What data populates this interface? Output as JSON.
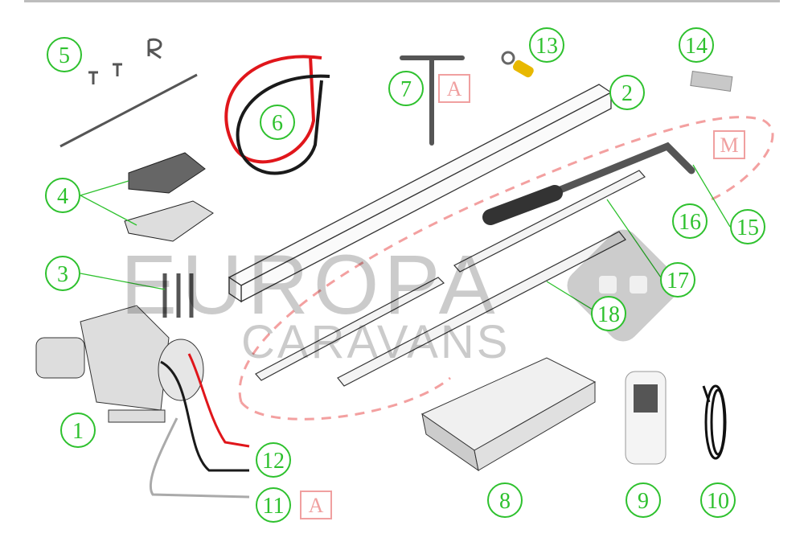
{
  "watermark": {
    "line1": "EUROPA",
    "line2": "CARAVANS"
  },
  "callouts": [
    "1",
    "2",
    "3",
    "4",
    "5",
    "6",
    "7",
    "8",
    "9",
    "10",
    "11",
    "12",
    "13",
    "14",
    "15",
    "16",
    "17",
    "18"
  ],
  "boxed_labels": {
    "a1": "A",
    "a2": "A",
    "m": "M"
  },
  "colors": {
    "callout": "#2ec12e",
    "box": "#f0a0a0",
    "red_wire": "#e0161b",
    "black_wire": "#1a1a1a",
    "part": "#555555"
  }
}
